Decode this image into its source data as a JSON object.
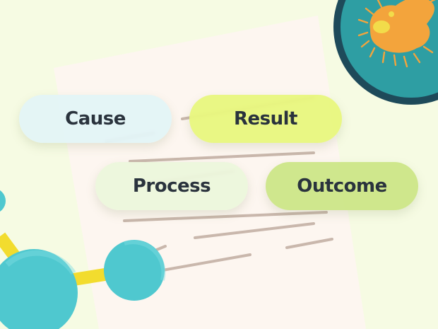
{
  "labels": {
    "cause": "Cause",
    "result": "Result",
    "process": "Process",
    "outcome": "Outcome"
  },
  "colors": {
    "background": "#f6fbe3",
    "paper": "#fdf6f0",
    "paper_lines": "#c7b4a9",
    "petri_rim": "#1e4a5a",
    "petri_fill": "#2e9ea3",
    "microbe": "#f3a43c",
    "microbe_spot": "#f2dc4a",
    "molecule_atom": "#4fc8cf",
    "molecule_bond": "#f2dc2e",
    "pill_cause": "#e2f4f6",
    "pill_result": "#e8f67c",
    "pill_process": "#ecf6dc",
    "pill_outcome": "#cce686",
    "text": "#2a333d"
  },
  "icons": {
    "document": "document-icon",
    "petri_dish": "petri-dish-icon",
    "molecule": "molecule-icon"
  }
}
